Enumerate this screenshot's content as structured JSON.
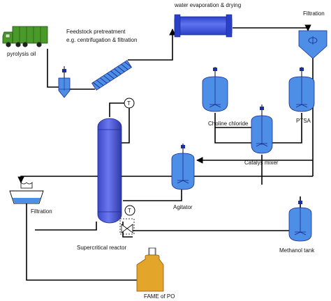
{
  "labels": {
    "pyrolysis_oil": "pyrolysis oil",
    "pretreatment_line1": "Feedstock pretreatment",
    "pretreatment_line2": "e.g. centrifugation & filtration",
    "water_evaporation": "water evaporation & drying",
    "filtration_top": "Filtration",
    "choline_chloride": "Choline chloride",
    "ptsa": "PTSA",
    "catalyst_mixer": "Catalys mixer",
    "agitator": "Agitator",
    "filtration_left": "Filtration",
    "supercritical_reactor": "Supercritical reactor",
    "methanol_tank": "Methanol tank",
    "fame_of_po": "FAME of PO"
  },
  "instruments": {
    "temp_top": "T",
    "temp_bottom": "T"
  },
  "colors": {
    "vessel_fill": "#4d8fe6",
    "column_fill": "#4a5bd8",
    "dryer_fill": "#3a4fd6",
    "truck_fill": "#4a9a2a",
    "product_fill": "#e3a52a",
    "pipe": "#000000"
  }
}
